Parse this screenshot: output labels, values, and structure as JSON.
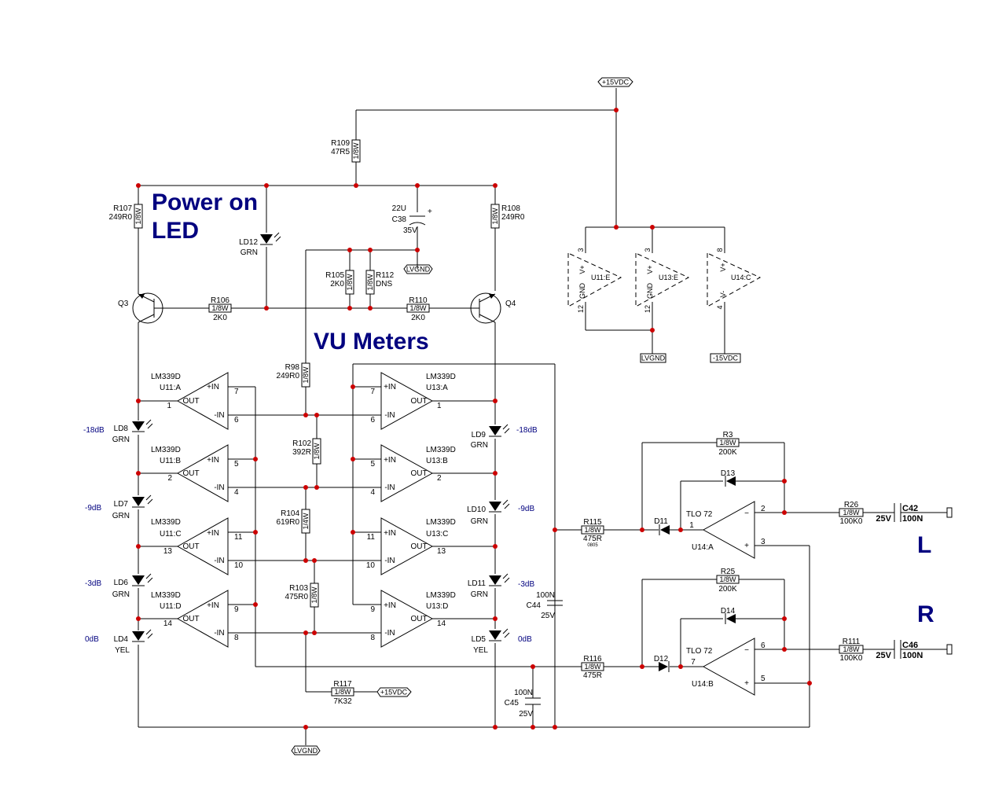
{
  "headings": {
    "power_line1": "Power on",
    "power_line2": "LED",
    "vu_meters": "VU  Meters",
    "left": "L",
    "right": "R"
  },
  "power": {
    "p15": "+15VDC",
    "n15": "-15VDC",
    "gnd": "LVGND"
  },
  "resistors": {
    "R109": {
      "ref": "R109",
      "value": "47R5",
      "power": "1/8W"
    },
    "R107": {
      "ref": "R107",
      "value": "249R0",
      "power": "1/8W"
    },
    "R108": {
      "ref": "R108",
      "value": "249R0",
      "power": "1/8W"
    },
    "R105": {
      "ref": "R105",
      "value": "2K0",
      "power": "1/8W"
    },
    "R112": {
      "ref": "R112",
      "value": "DNS",
      "power": "1/8W"
    },
    "R106": {
      "ref": "R106",
      "value": "2K0",
      "power": "1/8W"
    },
    "R110": {
      "ref": "R110",
      "value": "2K0",
      "power": "1/8W"
    },
    "R98": {
      "ref": "R98",
      "value": "249R0",
      "power": "1/8W"
    },
    "R102": {
      "ref": "R102",
      "value": "392R",
      "power": "1/8W"
    },
    "R104": {
      "ref": "R104",
      "value": "619R0",
      "power": "1/4W"
    },
    "R103": {
      "ref": "R103",
      "value": "475R0",
      "power": "1/8W"
    },
    "R117": {
      "ref": "R117",
      "value": "7K32",
      "power": "1/8W"
    },
    "R115": {
      "ref": "R115",
      "value": "475R",
      "power": "1/8W",
      "pkg": "0805"
    },
    "R116": {
      "ref": "R116",
      "value": "475R",
      "power": "1/8W"
    },
    "R3": {
      "ref": "R3",
      "value": "200K",
      "power": "1/8W"
    },
    "R25": {
      "ref": "R25",
      "value": "200K",
      "power": "1/8W"
    },
    "R26": {
      "ref": "R26",
      "value": "100K0",
      "power": "1/8W"
    },
    "R111": {
      "ref": "R111",
      "value": "100K0",
      "power": "1/8W"
    }
  },
  "capacitors": {
    "C38": {
      "ref": "C38",
      "value": "22U",
      "voltage": "35V"
    },
    "C44": {
      "ref": "C44",
      "value": "100N",
      "voltage": "25V"
    },
    "C45": {
      "ref": "C45",
      "value": "100N",
      "voltage": "25V"
    },
    "C42": {
      "ref": "C42",
      "value": "100N",
      "voltage": "25V"
    },
    "C46": {
      "ref": "C46",
      "value": "100N",
      "voltage": "25V"
    }
  },
  "transistors": {
    "Q3": "Q3",
    "Q4": "Q4"
  },
  "leds": {
    "LD12": {
      "ref": "LD12",
      "color": "GRN"
    },
    "LD8": {
      "ref": "LD8",
      "color": "GRN",
      "level": "-18dB"
    },
    "LD7": {
      "ref": "LD7",
      "color": "GRN",
      "level": "-9dB"
    },
    "LD6": {
      "ref": "LD6",
      "color": "GRN",
      "level": "-3dB"
    },
    "LD4": {
      "ref": "LD4",
      "color": "YEL",
      "level": "0dB"
    },
    "LD9": {
      "ref": "LD9",
      "color": "GRN",
      "level": "-18dB"
    },
    "LD10": {
      "ref": "LD10",
      "color": "GRN",
      "level": "-9dB"
    },
    "LD11": {
      "ref": "LD11",
      "color": "GRN",
      "level": "-3dB"
    },
    "LD5": {
      "ref": "LD5",
      "color": "YEL",
      "level": "0dB"
    }
  },
  "comparators": {
    "part": "LM339D",
    "u11a": {
      "ref": "U11:A",
      "pin_out": "1",
      "pin_p": "7",
      "pin_n": "6"
    },
    "u11b": {
      "ref": "U11:B",
      "pin_out": "2",
      "pin_p": "5",
      "pin_n": "4"
    },
    "u11c": {
      "ref": "U11:C",
      "pin_out": "13",
      "pin_p": "11",
      "pin_n": "10"
    },
    "u11d": {
      "ref": "U11:D",
      "pin_out": "14",
      "pin_p": "9",
      "pin_n": "8"
    },
    "u13a": {
      "ref": "U13:A",
      "pin_out": "1",
      "pin_p": "7",
      "pin_n": "6"
    },
    "u13b": {
      "ref": "U13:B",
      "pin_out": "2",
      "pin_p": "5",
      "pin_n": "4"
    },
    "u13c": {
      "ref": "U13:C",
      "pin_out": "13",
      "pin_p": "11",
      "pin_n": "10"
    },
    "u13d": {
      "ref": "U13:D",
      "pin_out": "14",
      "pin_p": "9",
      "pin_n": "8"
    },
    "pin_labels": {
      "inp": "+IN",
      "inn": "-IN",
      "out": "OUT"
    }
  },
  "opamps": {
    "part": "TLO 72",
    "u14a": {
      "ref": "U14:A",
      "pin_out": "1",
      "pin_n": "2",
      "pin_p": "3"
    },
    "u14b": {
      "ref": "U14:B",
      "pin_out": "7",
      "pin_n": "6",
      "pin_p": "5"
    }
  },
  "power_units": {
    "u11e": {
      "ref": "U11:E",
      "vp": "V+",
      "gnd": "GND",
      "pin_top": "3",
      "pin_bot": "12"
    },
    "u13e": {
      "ref": "U13:E",
      "vp": "V+",
      "gnd": "GND",
      "pin_top": "3",
      "pin_bot": "12"
    },
    "u14c": {
      "ref": "U14:C",
      "vp": "V+",
      "vn": "V-",
      "pin_top": "8",
      "pin_bot": "4"
    }
  },
  "diodes": {
    "D11": "D11",
    "D12": "D12",
    "D13": "D13",
    "D14": "D14"
  }
}
